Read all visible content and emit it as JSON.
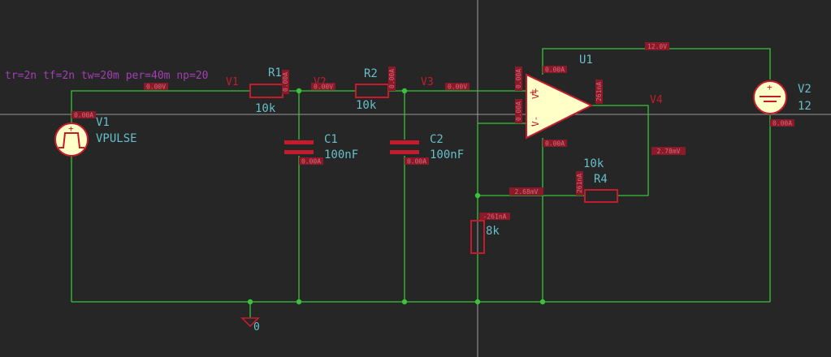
{
  "colors": {
    "background": "#262626",
    "wire": "#3ac23a",
    "component": "#c41c2c",
    "opamp_fill": "#ffffc8",
    "ref_text": "#66bfca",
    "value_text": "#66bfca",
    "net_text": "#c41c2c",
    "directive_text": "#a23fb4",
    "probe_bg": "#8a1a2a",
    "probe_text": "#d86a7a",
    "cursor": "#bdbdbd",
    "junction": "#3ac23a"
  },
  "directive": "tr=2n tf=2n tw=20m per=40m np=20",
  "components": {
    "v1": {
      "ref": "V1",
      "value": "VPULSE"
    },
    "v2": {
      "ref": "V2",
      "value": "12"
    },
    "r1": {
      "ref": "R1",
      "value": "10k"
    },
    "r2": {
      "ref": "R2",
      "value": "10k"
    },
    "r4": {
      "ref": "R4",
      "value": "10k"
    },
    "r3": {
      "value": "8k"
    },
    "c1": {
      "ref": "C1",
      "value": "100nF"
    },
    "c2": {
      "ref": "C2",
      "value": "100nF"
    },
    "u1": {
      "ref": "U1",
      "plus": "+",
      "minus": "-",
      "vplus": "V+",
      "vminus": "V-"
    }
  },
  "nets": {
    "v1": "V1",
    "v2": "V2",
    "v3": "V3",
    "v4": "V4",
    "gnd": "0"
  },
  "probes": {
    "v1_net": "0.00V",
    "v2_net": "0.00V",
    "v3_net": "0.00V",
    "v2_supply": "12.0V",
    "v4_net": "2.78mV",
    "fb_net": "2.68mV",
    "v1_src_current": "0.00A",
    "r1_current": "0.00A",
    "c1_current": "0.00A",
    "r2_current": "0.00A",
    "c2_current": "0.00A",
    "u1_vp_current": "0.00A",
    "u1_vm_current": "0.00A",
    "u1_in_plus_current": "0.00A",
    "u1_in_minus_current": "0.00A",
    "u1_out_current": "261nA",
    "r4_current": "261nA",
    "r3_current": "-261nA",
    "v2_src_current": "0.00A"
  }
}
